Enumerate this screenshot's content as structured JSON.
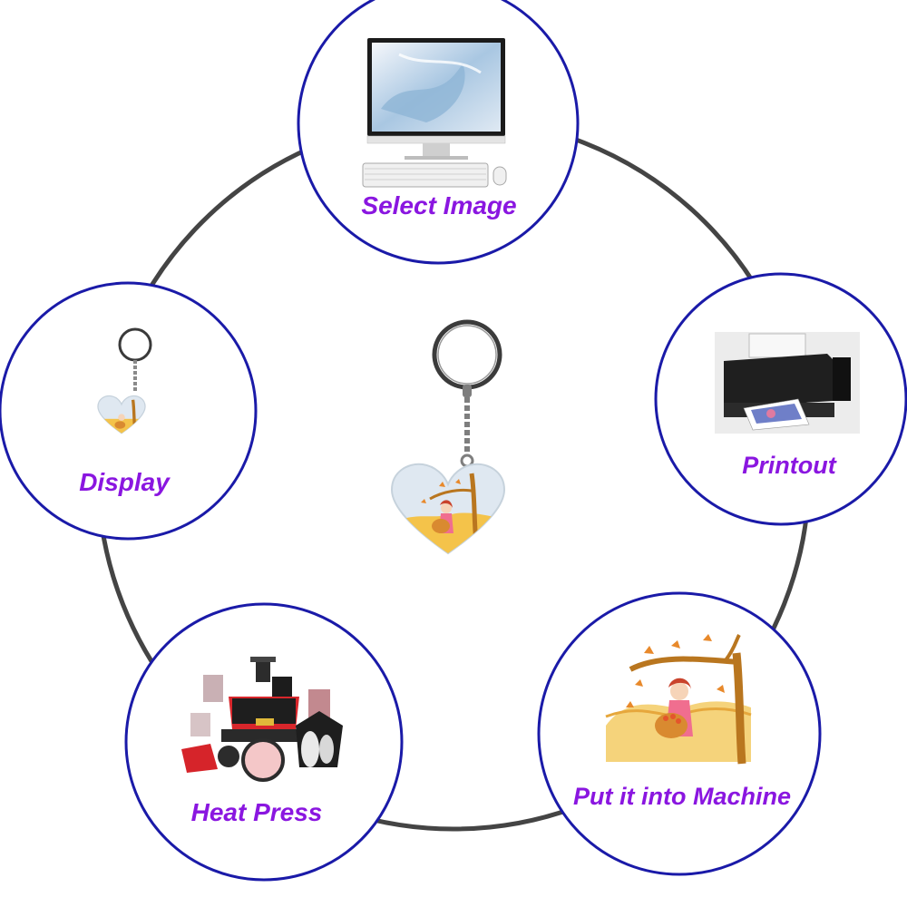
{
  "steps": [
    {
      "id": "select-image",
      "label": "Select Image",
      "icon": "computer-monitor-icon"
    },
    {
      "id": "printout",
      "label": "Printout",
      "icon": "printer-icon"
    },
    {
      "id": "put-into-machine",
      "label": "Put it into Machine",
      "icon": "printed-picture-icon"
    },
    {
      "id": "heat-press",
      "label": "Heat Press",
      "icon": "heat-press-machine-icon"
    },
    {
      "id": "display",
      "label": "Display",
      "icon": "keychain-icon"
    }
  ],
  "center": {
    "icon": "heart-keychain-icon"
  },
  "colors": {
    "ring": "#444444",
    "circle_border": "#1a1aa8",
    "label": "#8a16e0"
  }
}
